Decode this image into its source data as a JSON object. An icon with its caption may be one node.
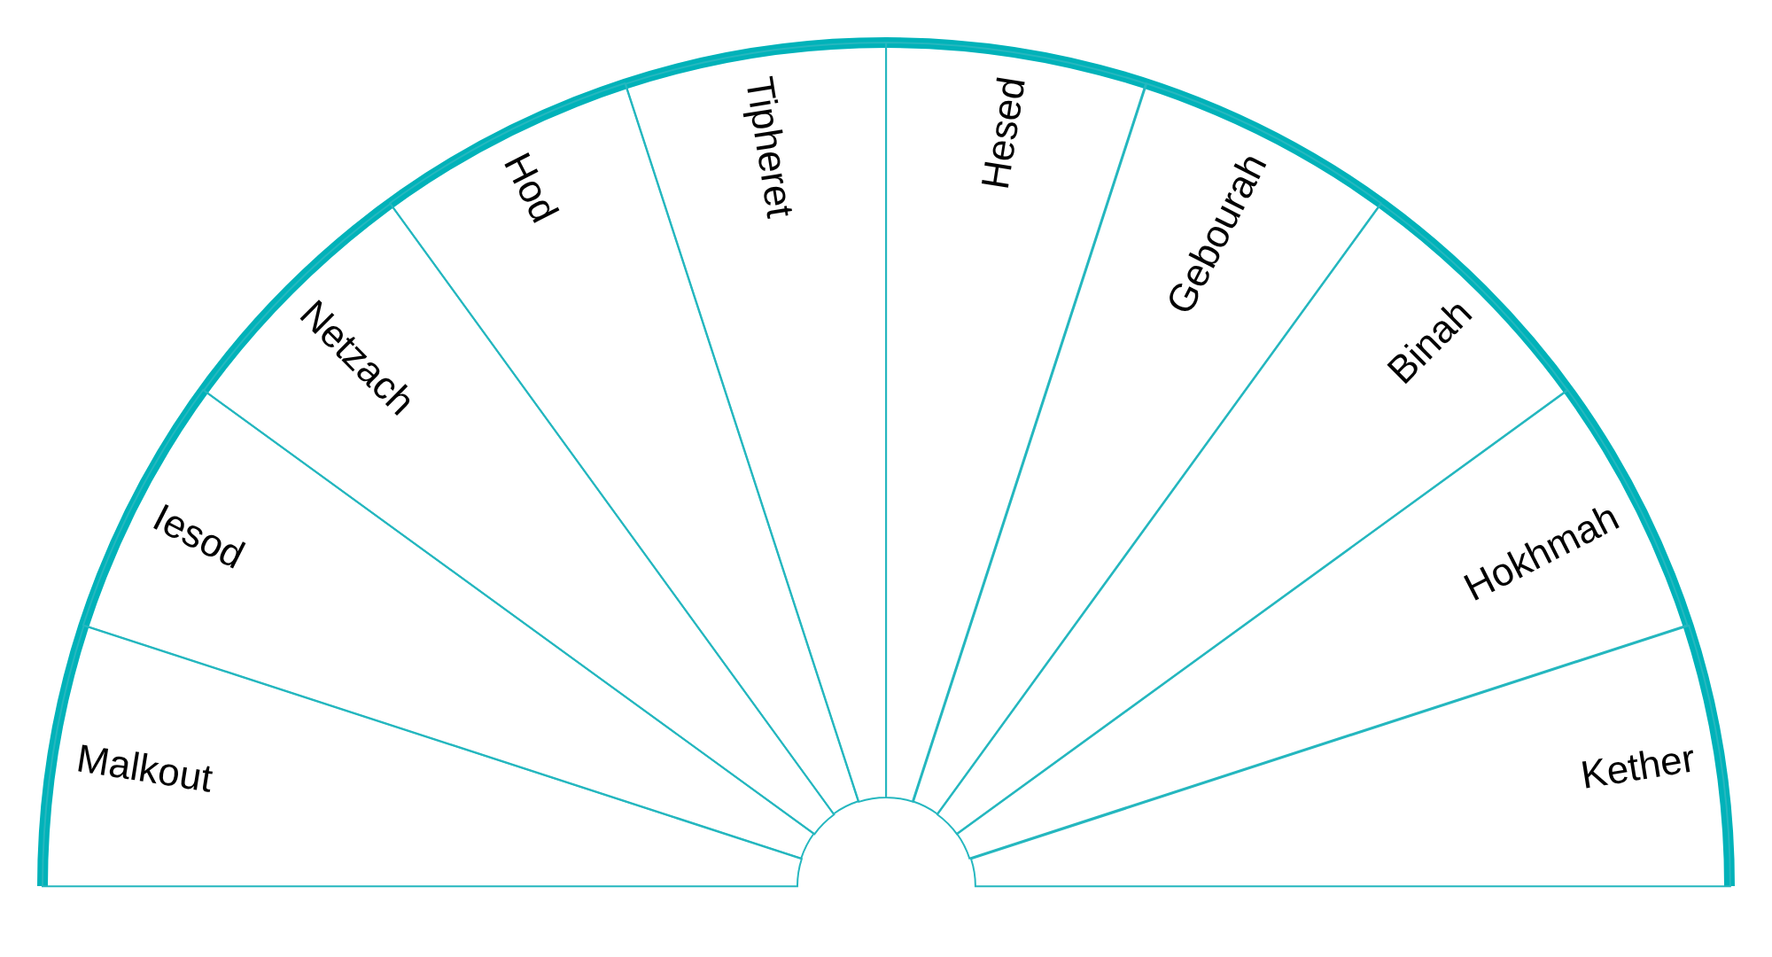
{
  "diagram": {
    "nodes": [
      {
        "text": [
          "Malkout"
        ]
      },
      {
        "text": [
          "Iesod"
        ]
      },
      {
        "text": [
          "Netzach"
        ]
      },
      {
        "text": [
          "Hod"
        ]
      },
      {
        "text": [
          "Tipheret"
        ]
      },
      {
        "text": [
          "Hesed"
        ]
      },
      {
        "text": [
          "Gebourah"
        ]
      },
      {
        "text": [
          "Binah"
        ]
      },
      {
        "text": [
          "Hokhmah"
        ]
      },
      {
        "text": [
          "Kether"
        ]
      }
    ]
  }
}
